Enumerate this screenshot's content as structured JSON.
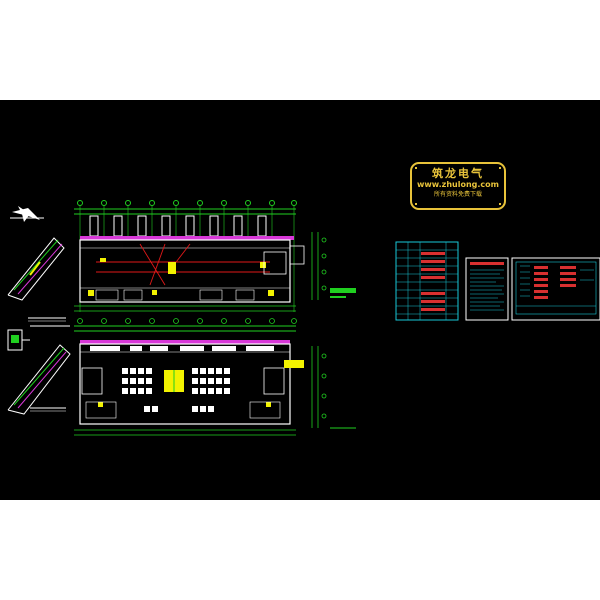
{
  "watermark": {
    "title": "筑龙电气",
    "url": "www.zhulong.com",
    "slogan": "所有资料免费下载"
  },
  "colors": {
    "background": "#000000",
    "page": "#ffffff",
    "wall": "#ffffff",
    "grid": "#20d020",
    "power_line": "#e01818",
    "fixture": "#f2f200",
    "pipe": "#d838d8",
    "schedule_text": "#18c8d8",
    "schedule_fill": "#d83030",
    "watermark": "#e8c33a"
  },
  "sheets": [
    {
      "name": "first-floor-lighting-plan"
    },
    {
      "name": "second-floor-lighting-plan"
    },
    {
      "name": "stair-section-upper"
    },
    {
      "name": "stair-section-lower"
    },
    {
      "name": "distribution-schedule-a"
    },
    {
      "name": "design-notes"
    },
    {
      "name": "distribution-schedule-b"
    }
  ],
  "icons": [
    "north-arrow-icon",
    "stair-detail-icon",
    "legend-icon"
  ]
}
